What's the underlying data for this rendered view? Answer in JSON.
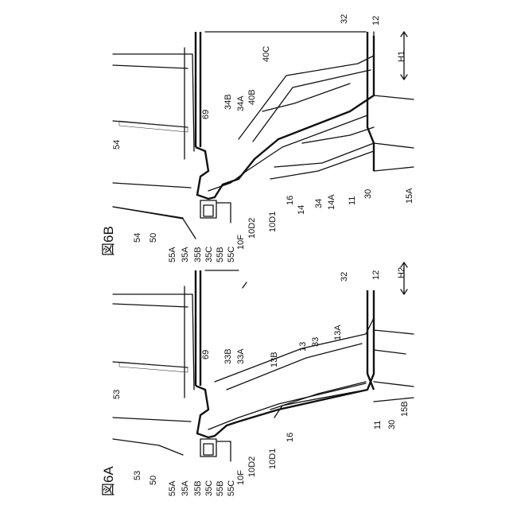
{
  "figures": [
    {
      "title": "図6A",
      "direction": "H2",
      "labels": {
        "l53a": "53",
        "l53b": "53",
        "l50": "50",
        "l55a": "55A",
        "l35a": "35A",
        "l35b": "35B",
        "l35c": "35C",
        "l55b": "55B",
        "l55c": "55C",
        "l10f": "10F",
        "l10d2": "10D2",
        "l10d1": "10D1",
        "l16": "16",
        "l69": "69",
        "l33b": "33B",
        "l33a": "33A",
        "l13b": "13B",
        "l13": "13",
        "l33": "33",
        "l13a": "13A",
        "l32": "32",
        "l12": "12",
        "l11": "11",
        "l30": "30",
        "l15b": "15B"
      }
    },
    {
      "title": "図6B",
      "direction": "H1",
      "labels": {
        "l54a": "54",
        "l54b": "54",
        "l50": "50",
        "l55a": "55A",
        "l35a": "35A",
        "l35b": "35B",
        "l35c": "35C",
        "l55b": "55B",
        "l55c": "55C",
        "l10f": "10F",
        "l10d2": "10D2",
        "l10d1": "10D1",
        "l16": "16",
        "l14": "14",
        "l34": "34",
        "l14a": "14A",
        "l11": "11",
        "l30": "30",
        "l15a": "15A",
        "l69": "69",
        "l34b": "34B",
        "l34a": "34A",
        "l40b": "40B",
        "l40c": "40C",
        "l32": "32",
        "l12": "12"
      }
    }
  ]
}
